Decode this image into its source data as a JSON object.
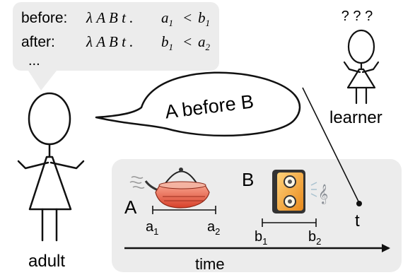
{
  "thought": {
    "before_label": "before:",
    "before_prefix": "λ A B t .",
    "before_l": "a",
    "before_l_sub": "1",
    "before_op": "<",
    "before_r": "b",
    "before_r_sub": "1",
    "after_label": "after:",
    "after_prefix": "λ A B t .",
    "after_l": "b",
    "after_l_sub": "1",
    "after_op": "<",
    "after_r": "a",
    "after_r_sub": "2",
    "ellipsis": "..."
  },
  "speech": {
    "text": "A before B"
  },
  "adult": {
    "label": "adult"
  },
  "learner": {
    "label": "learner",
    "confusion": "? ? ?"
  },
  "timeline": {
    "event_a": {
      "letter": "A",
      "start": "a",
      "start_sub": "1",
      "end": "a",
      "end_sub": "2"
    },
    "event_b": {
      "letter": "B",
      "start": "b",
      "start_sub": "1",
      "end": "b",
      "end_sub": "2"
    },
    "t_label": "t",
    "axis_label": "time"
  },
  "icons": {
    "kettle": "kettle-icon",
    "speaker": "speaker-icon",
    "music_note": "treble-clef-icon"
  },
  "colors": {
    "thought_bg": "#ececec",
    "timeline_bg": "#ececec",
    "kettle": "#e8553e",
    "speaker_body": "#f0a030",
    "ink": "#111111"
  }
}
